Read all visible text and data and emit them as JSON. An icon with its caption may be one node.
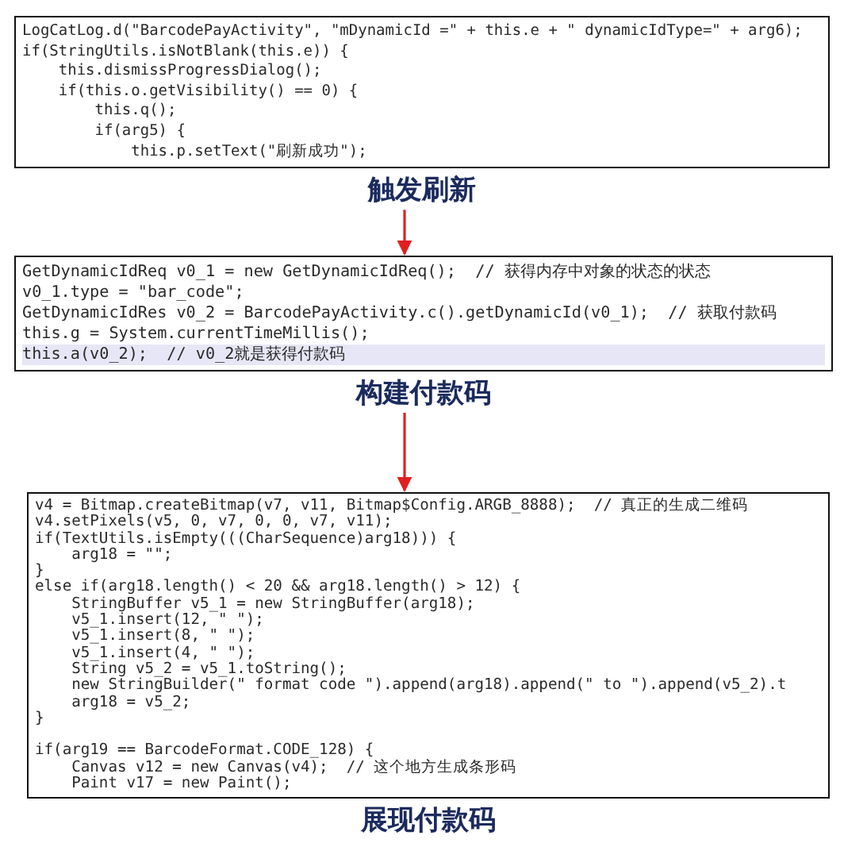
{
  "diagram": {
    "nodes": [
      {
        "text": [
          "LogCatLog.d(\"BarcodePayActivity\", \"mDynamicId =\" + this.e + \" dynamicIdType=\" + arg6);",
          "if(StringUtils.isNotBlank(this.e)) {",
          "    this.dismissProgressDialog();",
          "    if(this.o.getVisibility() == 0) {",
          "        this.q();",
          "        if(arg5) {",
          "            this.p.setText(\"刷新成功\");"
        ],
        "beside": [
          "触发刷新"
        ]
      },
      {
        "text": [
          "GetDynamicIdReq v0_1 = new GetDynamicIdReq();  // 获得内存中对象的状态的状态",
          "v0_1.type = \"bar_code\";",
          "GetDynamicIdRes v0_2 = BarcodePayActivity.c().getDynamicId(v0_1);  // 获取付款码",
          "this.g = System.currentTimeMillis();",
          "this.a(v0_2);  // v0_2就是获得付款码"
        ],
        "beside": [
          "构建付款码"
        ]
      },
      {
        "text": [
          "v4 = Bitmap.createBitmap(v7, v11, Bitmap$Config.ARGB_8888);  // 真正的生成二维码",
          "v4.setPixels(v5, 0, v7, 0, 0, v7, v11);",
          "if(TextUtils.isEmpty(((CharSequence)arg18))) {",
          "    arg18 = \"\";",
          "}",
          "else if(arg18.length() < 20 && arg18.length() > 12) {",
          "    StringBuffer v5_1 = new StringBuffer(arg18);",
          "    v5_1.insert(12, \" \");",
          "    v5_1.insert(8, \" \");",
          "    v5_1.insert(4, \" \");",
          "    String v5_2 = v5_1.toString();",
          "    new StringBuilder(\" format code \").append(arg18).append(\" to \").append(v5_2).t",
          "    arg18 = v5_2;",
          "}",
          "if(arg19 == BarcodeFormat.CODE_128) {",
          "    Canvas v12 = new Canvas(v4);  // 这个地方生成条形码",
          "    Paint v17 = new Paint();"
        ],
        "beside": [
          "展现付款码"
        ]
      }
    ],
    "edges": [
      {
        "from": 0,
        "to": 1,
        "arrow": "to"
      },
      {
        "from": 1,
        "to": 2,
        "arrow": "to"
      }
    ]
  }
}
